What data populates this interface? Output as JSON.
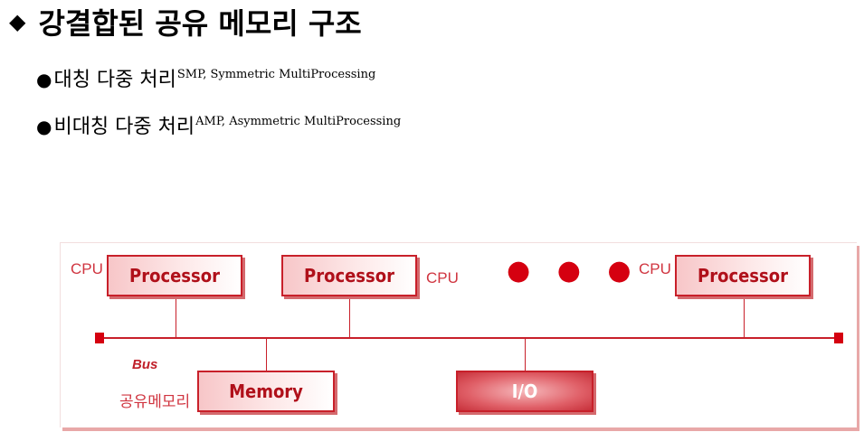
{
  "title": {
    "icon": "diamond-bullet-icon",
    "text": "강결합된 공유 메모리 구조"
  },
  "bullets": [
    {
      "icon": "circle-bullet-icon",
      "text": "대칭 다중 처리",
      "sup": "SMP, Symmetric MultiProcessing"
    },
    {
      "icon": "circle-bullet-icon",
      "text": "비대칭 다중 처리",
      "sup": "AMP, Asymmetric MultiProcessing"
    }
  ],
  "diagram": {
    "processors": [
      {
        "label": "Processor",
        "tag": "CPU"
      },
      {
        "label": "Processor",
        "tag": "CPU"
      },
      {
        "label": "Processor",
        "tag": "CPU"
      }
    ],
    "ellipsis": "● ● ●",
    "bus_label": "Bus",
    "memory": {
      "label": "Memory",
      "tag": "공유메모리"
    },
    "io": {
      "label": "I/O"
    }
  },
  "colors": {
    "accent": "#c8202a",
    "bus_end": "#d50010",
    "label": "#d03540"
  }
}
